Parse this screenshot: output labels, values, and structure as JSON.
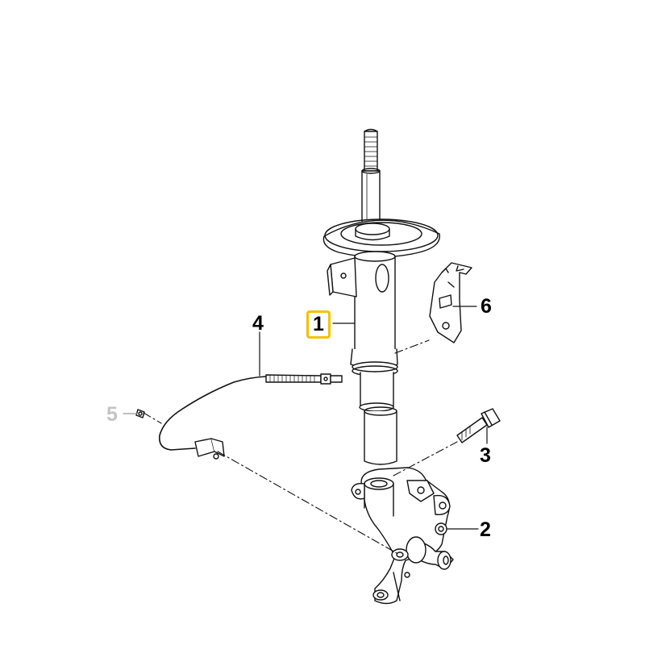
{
  "callouts": [
    {
      "id": "1",
      "label": "1",
      "state": "highlighted",
      "part": "strut"
    },
    {
      "id": "2",
      "label": "2",
      "state": "normal",
      "part": "steering-knuckle"
    },
    {
      "id": "3",
      "label": "3",
      "state": "normal",
      "part": "bolt"
    },
    {
      "id": "4",
      "label": "4",
      "state": "normal",
      "part": "wheel-speed-sensor-cable"
    },
    {
      "id": "5",
      "label": "5",
      "state": "dimmed",
      "part": "screw"
    },
    {
      "id": "6",
      "label": "6",
      "state": "normal",
      "part": "bracket"
    }
  ],
  "colors": {
    "line": "#111111",
    "highlight_border": "#f2c200",
    "dimmed_label": "#c4c4c4",
    "background": "#ffffff"
  }
}
